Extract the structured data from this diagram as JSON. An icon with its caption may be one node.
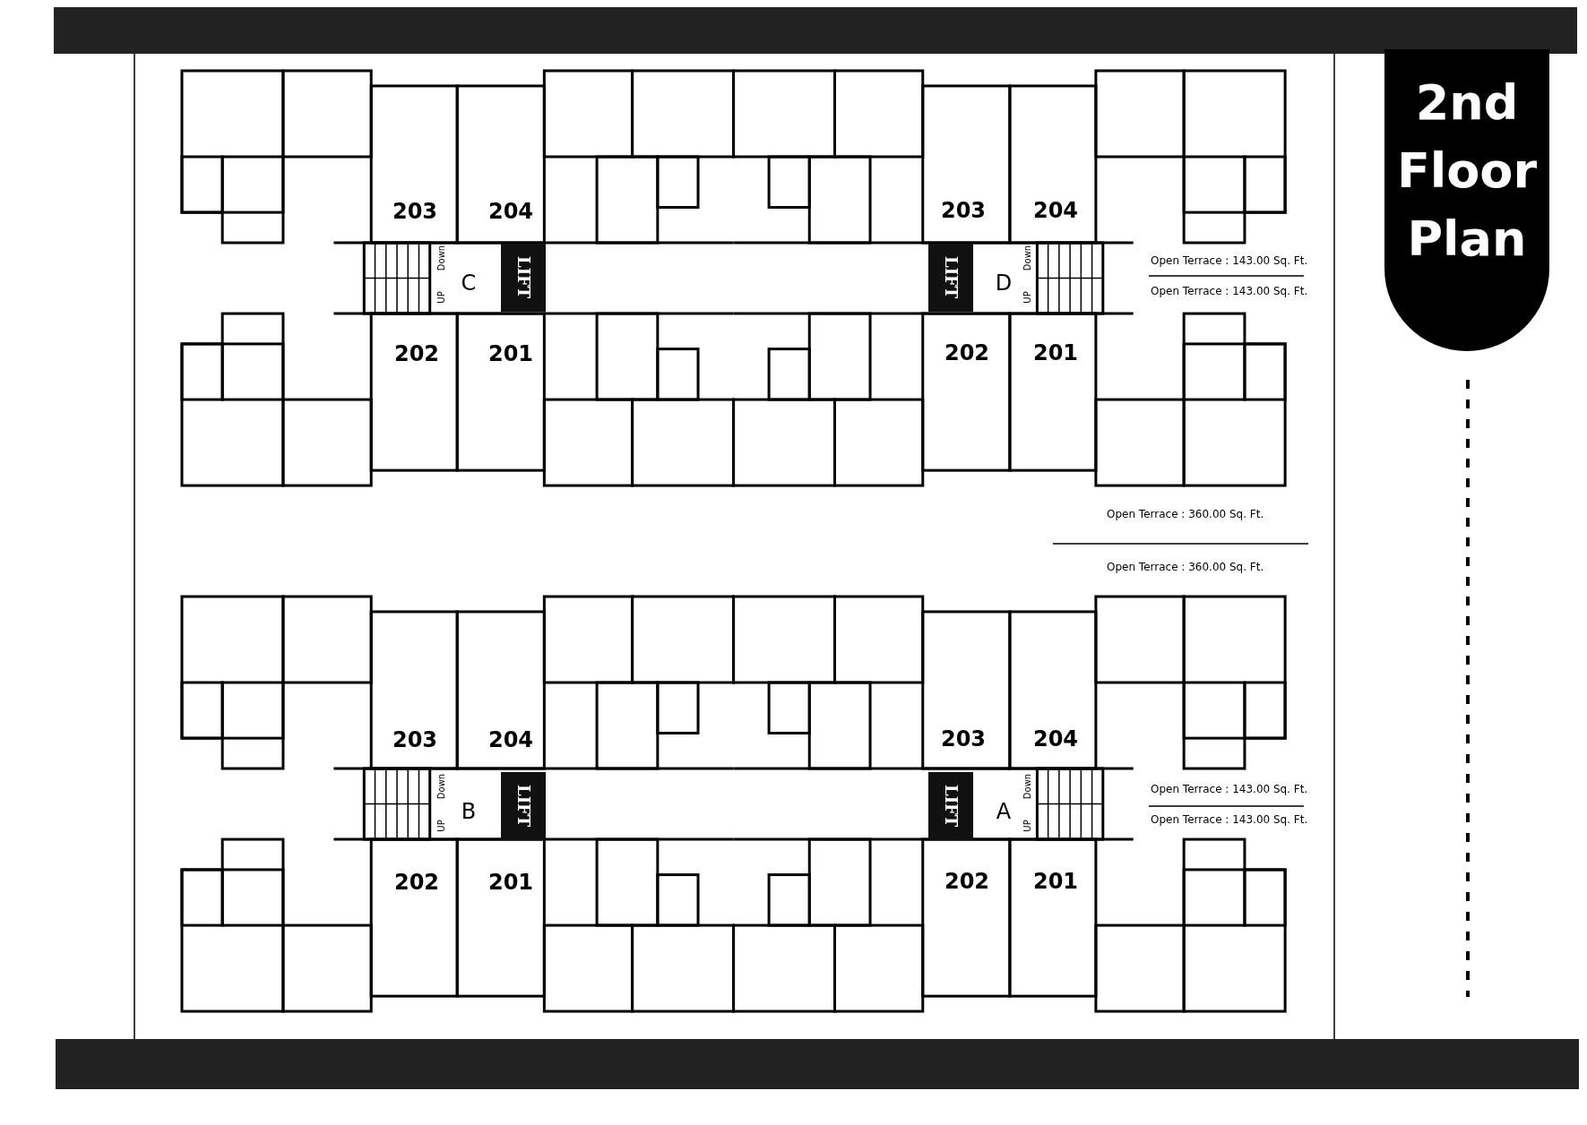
{
  "diagram": {
    "title": "2nd Floor Plan",
    "labels": [
      "203",
      "204",
      "203",
      "204",
      "Down",
      "UP",
      "C",
      "LIFT",
      "LIFT",
      "D",
      "Down",
      "UP",
      "Open Terrace : 143.00 Sq. Ft.",
      "Open Terrace : 143.00 Sq. Ft.",
      "202",
      "201",
      "202",
      "201",
      "Open Terrace : 360.00 Sq. Ft.",
      "Open Terrace : 360.00 Sq. Ft.",
      "203",
      "204",
      "203",
      "204",
      "Down",
      "UP",
      "B",
      "LIFT",
      "LIFT",
      "A",
      "Down",
      "UP",
      "Open Terrace : 143.00 Sq. Ft.",
      "Open Terrace : 143.00 Sq. Ft.",
      "202",
      "201",
      "202",
      "201"
    ]
  }
}
